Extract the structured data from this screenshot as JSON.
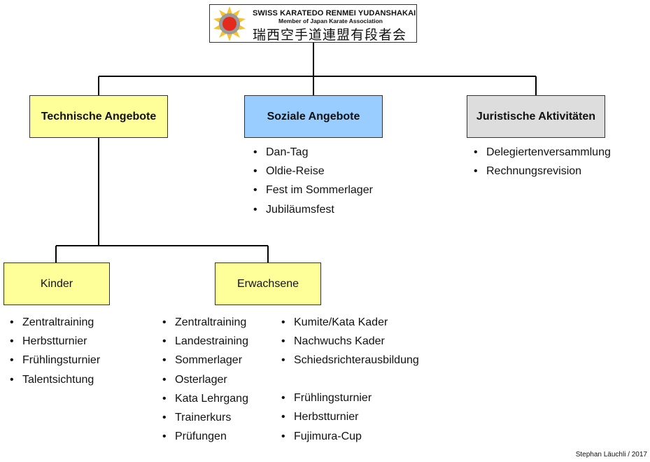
{
  "logo": {
    "org_name": "SWISS KARATEDO RENMEI YUDANSHAKAI",
    "subtitle": "Member of Japan Karate Association",
    "kanji": "瑞西空手道連盟有段者会",
    "colors": {
      "star": "#f4c430",
      "circle": "#9a9a9a",
      "sun": "#e32a1c"
    }
  },
  "branches": {
    "technical": {
      "label": "Technische Angebote",
      "color": "#ffff99",
      "children": {
        "kids": {
          "label": "Kinder",
          "color": "#ffff99",
          "items": [
            "Zentraltraining",
            "Herbstturnier",
            "Frühlingsturnier",
            "Talentsichtung"
          ]
        },
        "adults": {
          "label": "Erwachsene",
          "color": "#ffff99",
          "items_left": [
            "Zentraltraining",
            "Landestraining",
            "Sommerlager",
            "Osterlager",
            "Kata Lehrgang",
            "Trainerkurs",
            "Prüfungen"
          ],
          "items_right_group1": [
            "Kumite/Kata Kader",
            "Nachwuchs Kader",
            "Schiedsrichterausbildung"
          ],
          "items_right_group2": [
            "Frühlingsturnier",
            "Herbstturnier",
            "Fujimura-Cup"
          ]
        }
      }
    },
    "social": {
      "label": "Soziale Angebote",
      "color": "#99ccff",
      "items": [
        "Dan-Tag",
        "Oldie-Reise",
        "Fest im Sommerlager",
        "Jubiläumsfest"
      ]
    },
    "legal": {
      "label": "Juristische Aktivitäten",
      "color": "#dddddd",
      "items": [
        "Delegiertenversammlung",
        "Rechnungsrevision"
      ]
    }
  },
  "footer": {
    "signature": "Stephan Läuchli / 2017"
  }
}
